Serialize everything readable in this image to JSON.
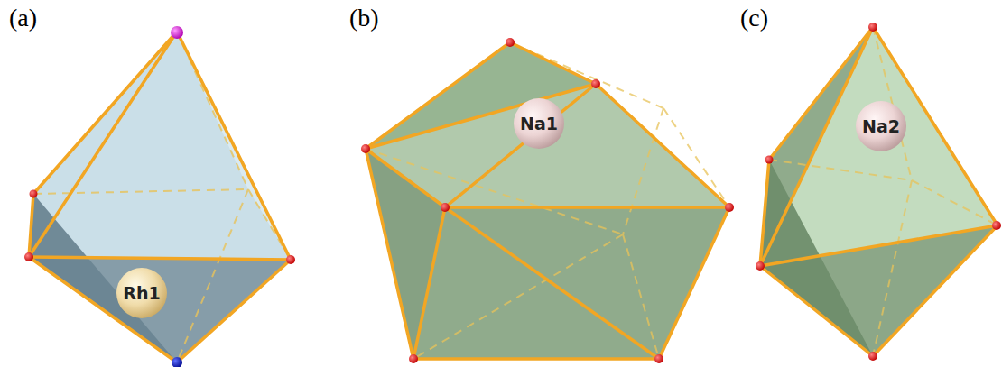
{
  "diagram": {
    "nodes": [
      {
        "text": [
          "Rh1"
        ]
      },
      {
        "text": [
          "Na1"
        ]
      },
      {
        "text": [
          "Na2"
        ]
      }
    ],
    "labels": [
      "(a)",
      "(b)",
      "(c)"
    ]
  }
}
